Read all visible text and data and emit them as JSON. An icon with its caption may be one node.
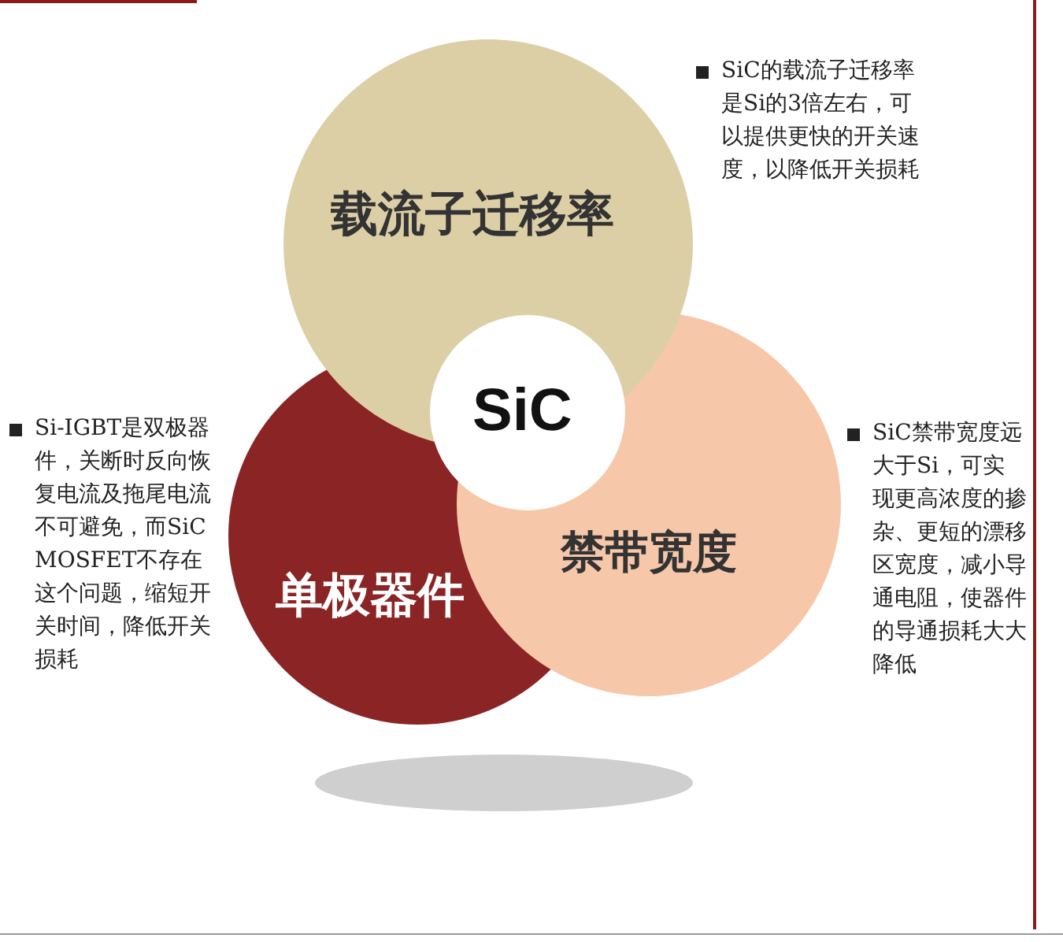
{
  "diagram": {
    "nodes": [
      {
        "text": [
          "载流子迁移率"
        ]
      },
      {
        "text": [
          "SiC"
        ]
      },
      {
        "text": [
          "单极器件"
        ]
      },
      {
        "text": [
          "禁带宽度"
        ]
      }
    ],
    "labels": [
      "SiC的载流子迁移率是Si的3倍左右，可以提供更快的开关速度，以降低开关损耗",
      "Si-IGBT是双极器件，关断时反向恢复电流及拖尾电流不可避免，而SiC MOSFET不存在这个问题，缩短开关时间，降低开关损耗",
      "SiC禁带宽度远大于Si，可实现更高浓度的掺杂、更短的漂移区宽度，减小导通电阻，使器件的导通损耗大大降低"
    ]
  }
}
